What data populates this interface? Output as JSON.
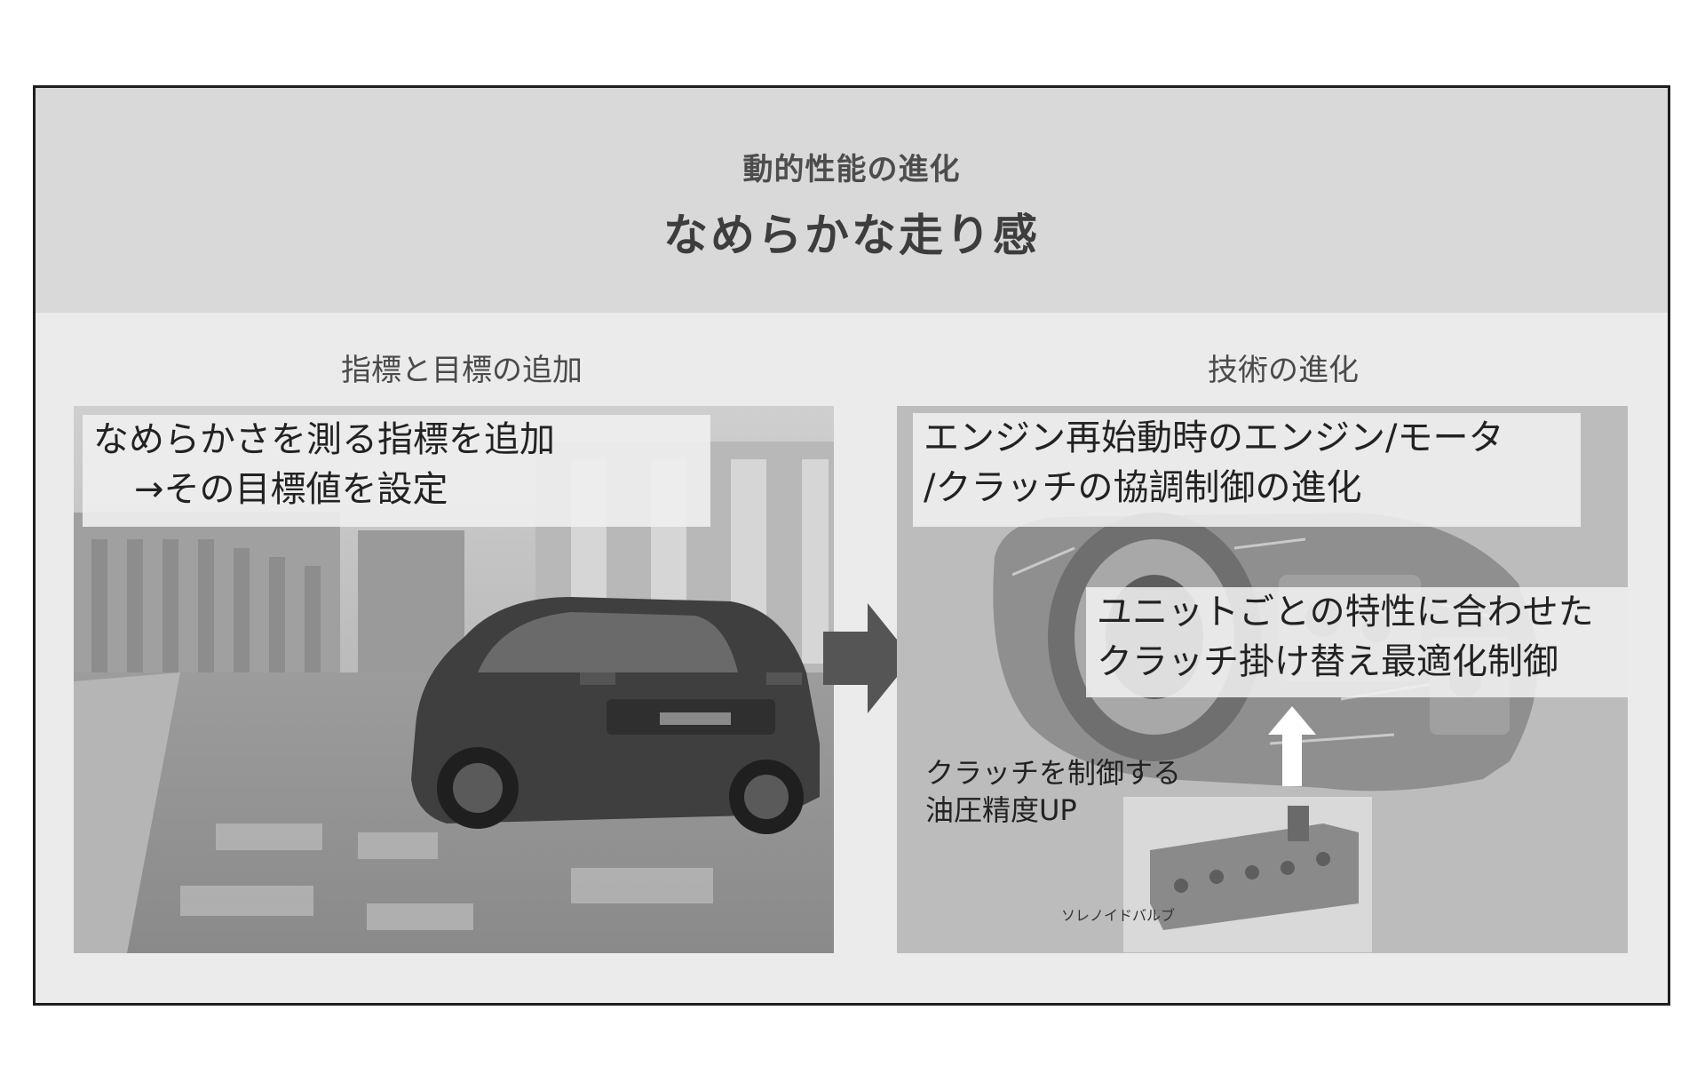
{
  "header": {
    "subtitle": "動的性能の進化",
    "title": "なめらかな走り感"
  },
  "left": {
    "heading": "指標と目標の追加",
    "callout_line1": "なめらかさを測る指標を追加",
    "callout_line2": "→その目標値を設定",
    "image": "car-rear-photo"
  },
  "right": {
    "heading": "技術の進化",
    "callout_line1": "エンジン再始動時のエンジン/モータ",
    "callout_line2": "/クラッチの協調制御の進化",
    "mid_line1": "ユニットごとの特性に合わせた",
    "mid_line2": "クラッチ掛け替え最適化制御",
    "label_line1": "クラッチを制御する",
    "label_line2": "油圧精度UP",
    "solenoid_caption": "ソレノイドバルブ",
    "image": "transmission-cutaway-photo"
  },
  "icons": {
    "flow_arrow": "arrow-right-icon",
    "up_arrow": "arrow-up-icon"
  },
  "colors": {
    "header_band": "#d9d9d9",
    "frame_bg": "#ebebeb",
    "arrow": "#555555"
  }
}
